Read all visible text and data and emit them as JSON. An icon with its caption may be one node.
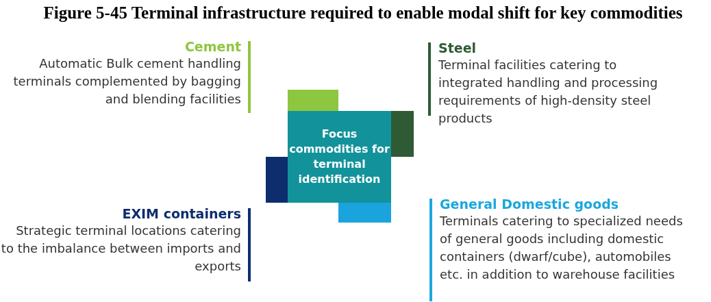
{
  "diagram": {
    "title": "Figure 5-45 Terminal infrastructure required to enable modal shift for key commodities",
    "nodes": [
      {
        "text": [
          "Cement",
          "Automatic Bulk cement handling terminals complemented by bagging and blending facilities"
        ]
      },
      {
        "text": [
          "Steel",
          "Terminal facilities catering to integrated handling and processing requirements of high-density steel products"
        ]
      },
      {
        "text": [],
        "shape": "box"
      },
      {
        "text": [],
        "shape": "box"
      },
      {
        "text": [],
        "shape": "box"
      },
      {
        "text": [
          "Focus commodities for terminal identification"
        ]
      },
      {
        "text": [],
        "shape": "box"
      },
      {
        "text": [
          "EXIM containers",
          "Strategic terminal locations catering to the imbalance between imports and exports"
        ]
      },
      {
        "text": [
          "General Domestic goods",
          "Terminals catering to specialized needs of general goods including domestic containers (dwarf/cube), automobiles etc. in addition to warehouse facilities"
        ]
      }
    ]
  }
}
